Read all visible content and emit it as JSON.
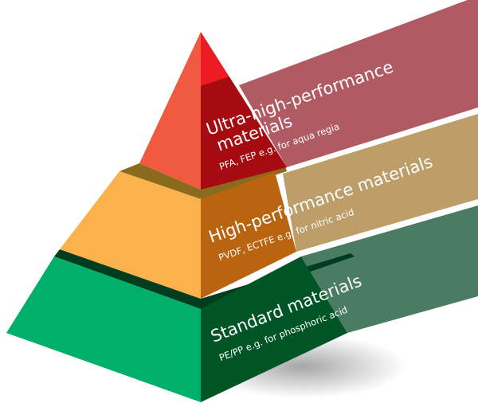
{
  "tiers": [
    {
      "title_line1": "Ultra-high-performance",
      "title_line2": "materials",
      "subtitle": "PFA, FEP e.g. for aqua regia",
      "colors": {
        "left": "#ef5a40",
        "right_top": "#ed1c24",
        "right": "#a50b10",
        "ribbon": "#b05a64"
      }
    },
    {
      "title": "High-performance materials",
      "subtitle": "PVDF, ECTFE e.g. for nitric acid",
      "colors": {
        "left": "#fbb24c",
        "right": "#bb6410",
        "ribbon": "#bd9e68",
        "band": "#8a6a1c"
      }
    },
    {
      "title": "Standard materials",
      "subtitle": "PE/PP e.g. for phosphoric acid",
      "colors": {
        "left": "#00b06a",
        "right": "#005526",
        "ribbon": "#4a7c64",
        "band": "#003d1e"
      }
    }
  ]
}
